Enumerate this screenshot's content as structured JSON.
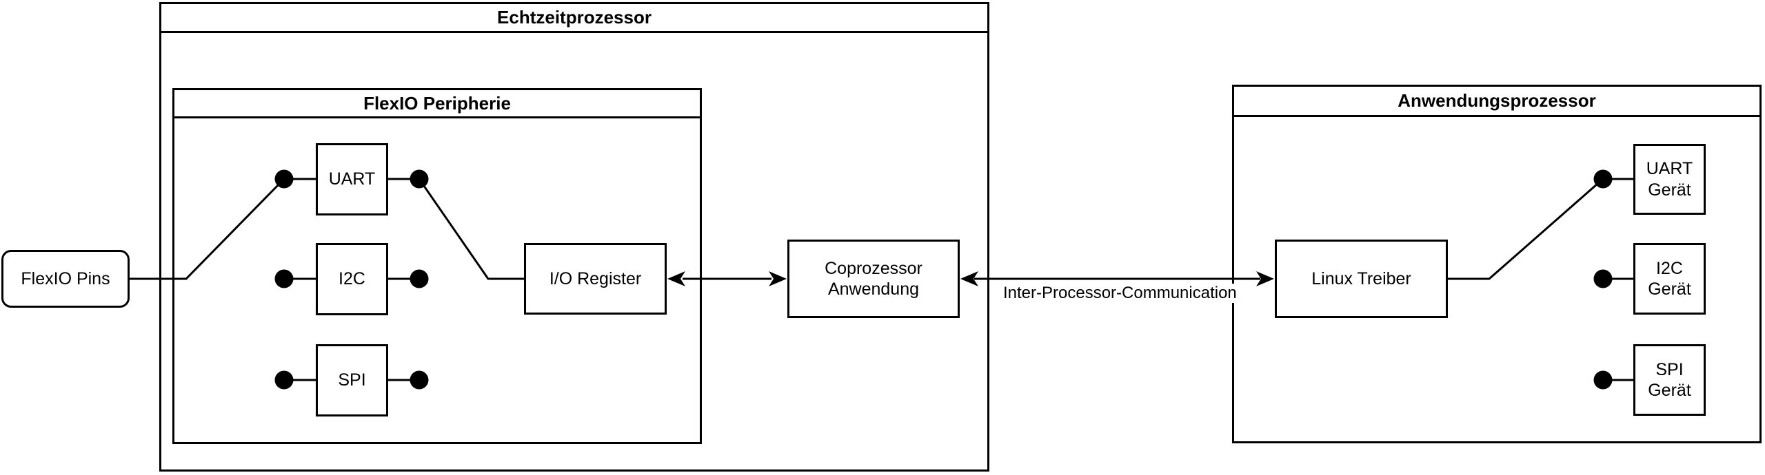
{
  "colors": {
    "stroke": "#000000",
    "background": "#ffffff",
    "node_fill": "#ffffff"
  },
  "containers": {
    "echtzeitprozessor": {
      "title": "Echtzeitprozessor"
    },
    "flexio_peripherie": {
      "title": "FlexIO Peripherie"
    },
    "anwendungsprozessor": {
      "title": "Anwendungsprozessor"
    }
  },
  "nodes": {
    "flexio_pins": {
      "label": "FlexIO Pins"
    },
    "uart": {
      "label": "UART"
    },
    "i2c": {
      "label": "I2C"
    },
    "spi": {
      "label": "SPI"
    },
    "io_register": {
      "label": "I/O Register"
    },
    "coprozessor_anwendung": {
      "label": "Coprozessor\nAnwendung"
    },
    "linux_treiber": {
      "label": "Linux Treiber"
    },
    "uart_geraet": {
      "label": "UART\nGerät"
    },
    "i2c_geraet": {
      "label": "I2C\nGerät"
    },
    "spi_geraet": {
      "label": "SPI\nGerät"
    }
  },
  "edges": {
    "ipc_label": "Inter-Processor-Communication"
  }
}
